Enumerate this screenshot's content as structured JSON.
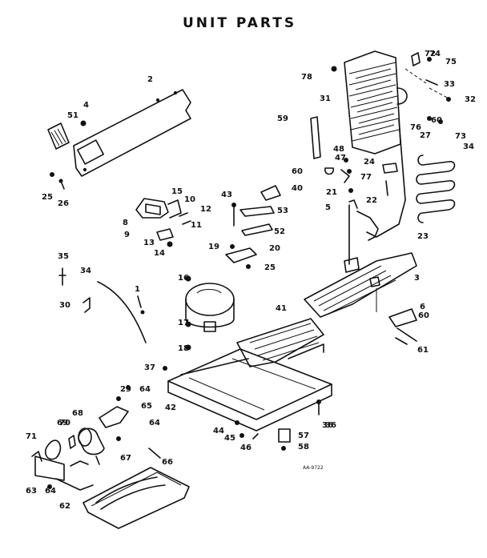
{
  "title": "UNIT PARTS",
  "drawing_code": "AA-9722",
  "labels": [
    "1",
    "2",
    "3",
    "4",
    "5",
    "6",
    "8",
    "9",
    "10",
    "11",
    "12",
    "13",
    "14",
    "15",
    "16",
    "17",
    "18",
    "19",
    "20",
    "21",
    "22",
    "23",
    "24",
    "25",
    "25",
    "26",
    "27",
    "29",
    "30",
    "31",
    "32",
    "33",
    "34",
    "34",
    "35",
    "36",
    "36",
    "37",
    "40",
    "41",
    "42",
    "43",
    "44",
    "45",
    "46",
    "47",
    "48",
    "51",
    "52",
    "53",
    "57",
    "58",
    "59",
    "60",
    "60",
    "60",
    "61",
    "62",
    "63",
    "64",
    "64",
    "64",
    "65",
    "66",
    "67",
    "68",
    "69",
    "70",
    "71",
    "72",
    "73",
    "74",
    "75",
    "76",
    "77",
    "78",
    "80"
  ]
}
